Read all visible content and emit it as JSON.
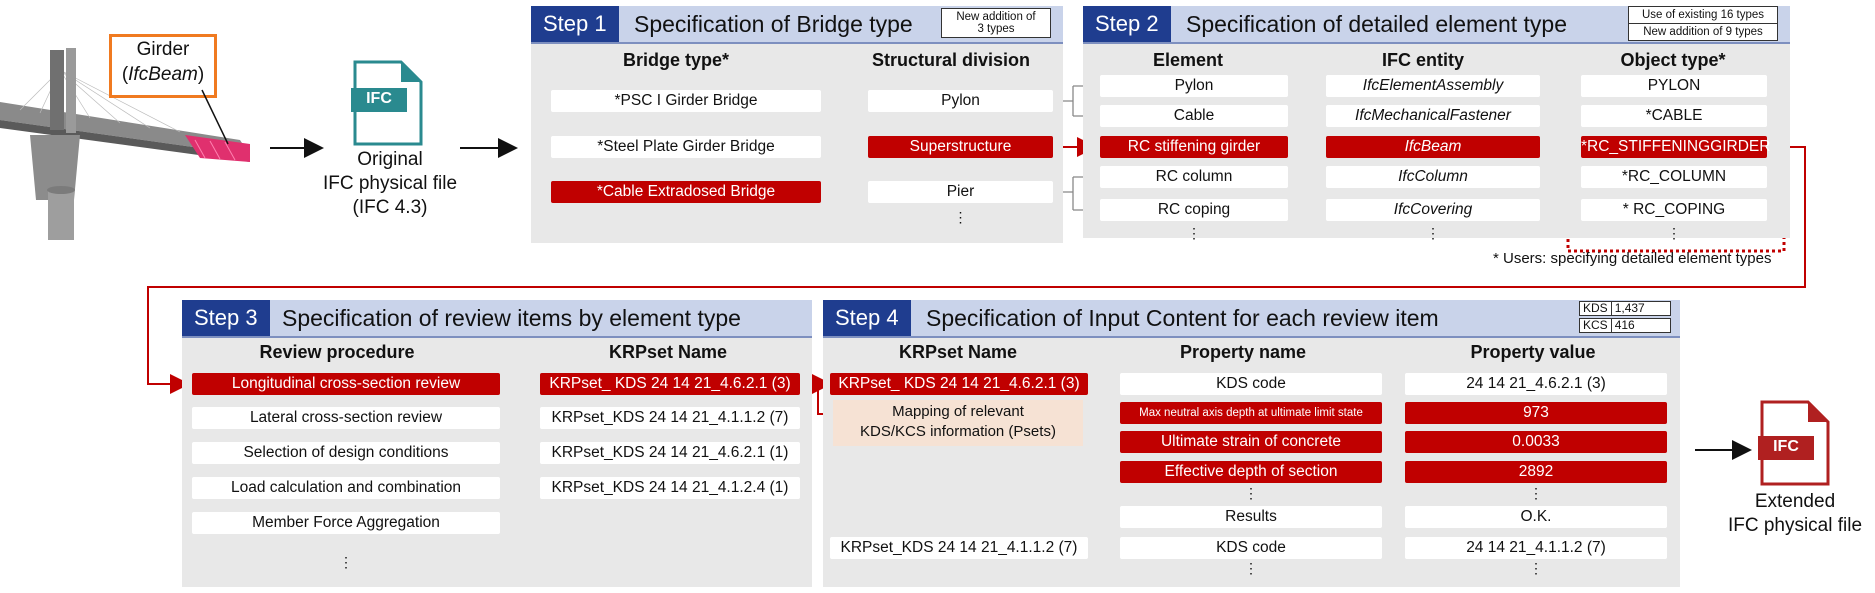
{
  "left": {
    "girder_label": "Girder",
    "girder_entity": "IfcBeam",
    "ifc_icon_text": "IFC",
    "original_file": [
      "Original",
      "IFC physical file",
      "(IFC 4.3)"
    ]
  },
  "step1": {
    "step": "Step 1",
    "title": "Specification of Bridge type",
    "badge": [
      "New addition of",
      "3 types"
    ],
    "col_bridge": "Bridge type*",
    "col_division": "Structural division",
    "bridge_types": [
      "*PSC I Girder Bridge",
      "*Steel Plate Girder Bridge",
      "*Cable Extradosed Bridge"
    ],
    "divisions": [
      "Pylon",
      "Superstructure",
      "Pier"
    ],
    "dots": "⋮"
  },
  "step2": {
    "step": "Step 2",
    "title": "Specification of detailed element type",
    "badges": [
      "Use of existing 16 types",
      "New addition of 9 types"
    ],
    "col_element": "Element",
    "col_ifc": "IFC entity",
    "col_object": "Object type*",
    "elements": [
      "Pylon",
      "Cable",
      "RC stiffening girder",
      "RC column",
      "RC coping"
    ],
    "entities": [
      "IfcElementAssembly",
      "IfcMechanicalFastener",
      "IfcBeam",
      "IfcColumn",
      "IfcCovering"
    ],
    "object_types": [
      "PYLON",
      "*CABLE",
      "*RC_STIFFENINGGIRDER",
      "*RC_COLUMN",
      "* RC_COPING"
    ],
    "note": "* Users: specifying detailed element types",
    "dots": "⋮"
  },
  "step3": {
    "step": "Step 3",
    "title": "Specification of review items by element type",
    "col_review": "Review procedure",
    "col_krp": "KRPset Name",
    "reviews": [
      "Longitudinal cross-section review",
      "Lateral cross-section review",
      "Selection of design conditions",
      "Load calculation and combination",
      "Member Force Aggregation"
    ],
    "krpsets": [
      "KRPset_ KDS 24 14 21_4.6.2.1 (3)",
      "KRPset_KDS 24 14 21_4.1.1.2 (7)",
      "KRPset_KDS 24 14 21_4.6.2.1 (1)",
      "KRPset_KDS 24 14 21_4.1.2.4 (1)"
    ],
    "dots": "⋮"
  },
  "step4": {
    "step": "Step 4",
    "title": "Specification of Input Content for each review item",
    "kds_label": "KDS",
    "kds_count": "1,437",
    "kcs_label": "KCS",
    "kcs_count": "416",
    "col_krp": "KRPset Name",
    "col_prop": "Property name",
    "col_value": "Property value",
    "krp_selected": "KRPset_ KDS 24 14 21_4.6.2.1 (3)",
    "mapping": [
      "Mapping of relevant",
      "KDS/KCS information (Psets)"
    ],
    "properties": [
      "KDS code",
      "Max neutral axis depth at ultimate limit state",
      "Ultimate strain of concrete",
      "Effective depth of section",
      "Results"
    ],
    "values": [
      "24 14 21_4.6.2.1 (3)",
      "973",
      "0.0033",
      "2892",
      "O.K."
    ],
    "krp_second": "KRPset_KDS 24 14 21_4.1.1.2 (7)",
    "prop_second": "KDS code",
    "value_second": "24 14 21_4.1.1.2 (7)",
    "dots": "⋮"
  },
  "right": {
    "ifc_icon_text": "IFC",
    "extended_file": [
      "Extended",
      "IFC physical file"
    ]
  },
  "colors": {
    "accent_red": "#c00000",
    "step_blue": "#1f3d8f",
    "panel_gray": "#e8e8e8"
  }
}
